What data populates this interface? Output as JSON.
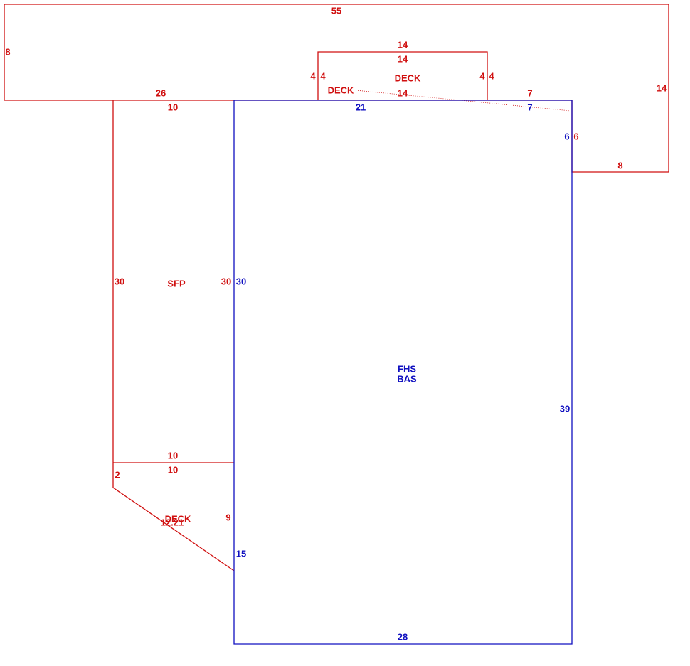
{
  "colors": {
    "red": "#d01010",
    "blue": "#1010c0"
  },
  "areas": {
    "deck_top": {
      "label": "DECK"
    },
    "deck_top_alt": {
      "label": "DECK"
    },
    "sfp": {
      "label": "SFP"
    },
    "main": {
      "label_1": "FHS",
      "label_2": "BAS"
    },
    "deck_bottom": {
      "label": "DECK"
    }
  },
  "dimensions": {
    "top_55": "55",
    "left_8": "8",
    "right_14": "14",
    "step_8": "8",
    "step_6_red": "6",
    "bottom_26": "26",
    "seg_7_red": "7",
    "deck_top_14": "14",
    "deck_inner_14": "14",
    "deck_bottom_14": "14",
    "deck_left_4_out": "4",
    "deck_left_4_in": "4",
    "deck_right_4_in": "4",
    "deck_right_4_out": "4",
    "sfp_top_10": "10",
    "sfp_left_30": "30",
    "sfp_right_30": "30",
    "sfp_bottom_10_top": "10",
    "sfp_bottom_10_bottom": "10",
    "deck_bottom_2": "2",
    "deck_bottom_9": "9",
    "deck_bottom_diag": "12.21",
    "main_top_21": "21",
    "main_top_7": "7",
    "main_right_6": "6",
    "main_left_30": "30",
    "main_right_39": "39",
    "main_left_15": "15",
    "main_bottom_28": "28"
  }
}
